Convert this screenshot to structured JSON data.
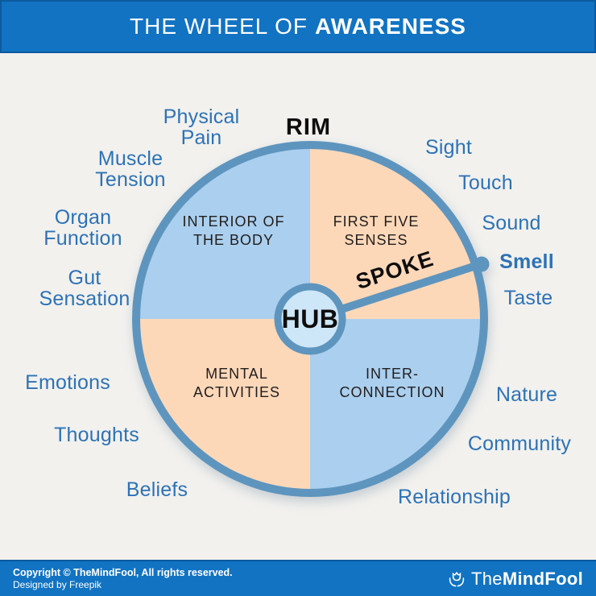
{
  "header": {
    "title_prefix": "THE WHEEL OF",
    "title_emphasis": "AWARENESS"
  },
  "wheel": {
    "rim_label": "RIM",
    "spoke_label": "SPOKE",
    "hub_label": "HUB",
    "quadrants": {
      "interior_of_the_body": "INTERIOR OF\nTHE BODY",
      "first_five_senses": "FIRST FIVE\nSENSES",
      "mental_activities": "MENTAL\nACTIVITIES",
      "interconnection": "INTER-\nCONNECTION"
    }
  },
  "spoke_items": {
    "interior_of_the_body": {
      "physical_pain": "Physical\nPain",
      "muscle_tension": "Muscle\nTension",
      "organ_function": "Organ\nFunction",
      "gut_sensation": "Gut\nSensation"
    },
    "first_five_senses": {
      "sight": "Sight",
      "touch": "Touch",
      "sound": "Sound",
      "smell": "Smell",
      "taste": "Taste"
    },
    "mental_activities": {
      "emotions": "Emotions",
      "thoughts": "Thoughts",
      "beliefs": "Beliefs"
    },
    "interconnection": {
      "nature": "Nature",
      "community": "Community",
      "relationship": "Relationship"
    }
  },
  "footer": {
    "copyright": "Copyright © TheMindFool, All rights reserved.",
    "designed_by": "Designed by Freepik",
    "brand_prefix": "The",
    "brand_emphasis": "MindFool",
    "brand_icon": "tulip-logo-icon"
  },
  "colors": {
    "header_blue": "#1173c2",
    "label_blue": "#2d72b6",
    "quadrant_blue": "#abcfee",
    "quadrant_peach": "#fcd8b9",
    "wheel_stroke": "#5e95be",
    "hub_fill": "#cde6f8",
    "background": "#f2f1ee",
    "dark_text": "#211e1e"
  }
}
